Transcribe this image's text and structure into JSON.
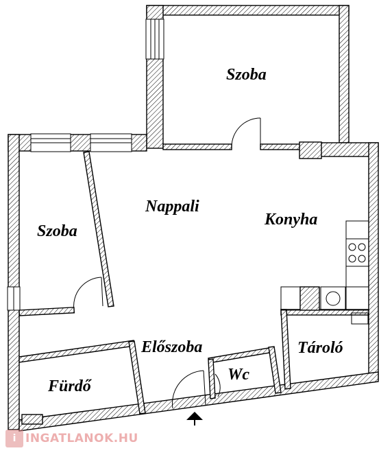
{
  "rooms": {
    "szoba_top": "Szoba",
    "szoba_left": "Szoba",
    "nappali": "Nappali",
    "konyha": "Konyha",
    "eloszoba": "Előszoba",
    "tarolo": "Tároló",
    "wc": "Wc",
    "furdo": "Fürdő"
  },
  "watermark": {
    "badge": "i",
    "text": "INGATLANOK.HU"
  }
}
